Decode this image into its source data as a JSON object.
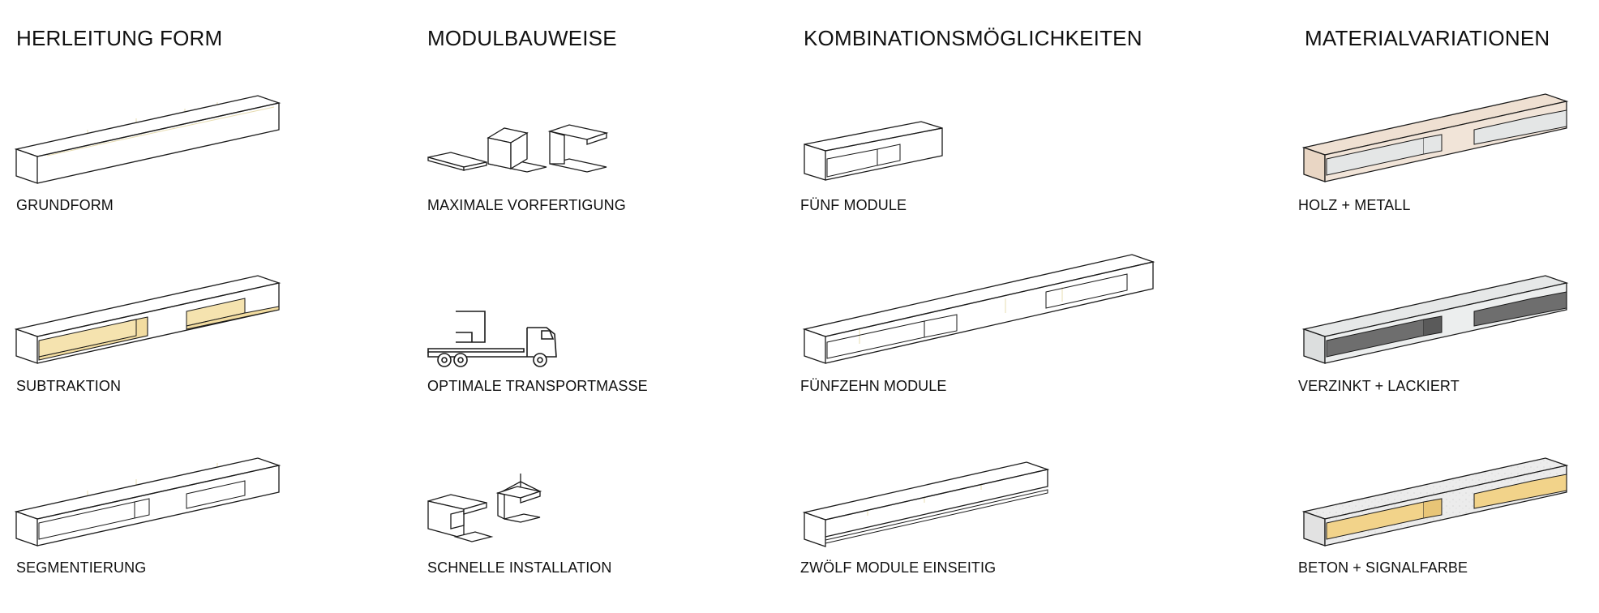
{
  "columns": [
    {
      "title": "HERLEITUNG FORM",
      "items": [
        {
          "label": "GRUNDFORM",
          "icon": "bench-basic-icon"
        },
        {
          "label": "SUBTRAKTION",
          "icon": "bench-subtraction-icon"
        },
        {
          "label": "SEGMENTIERUNG",
          "icon": "bench-segmentation-icon"
        }
      ]
    },
    {
      "title": "MODULBAUWEISE",
      "items": [
        {
          "label": "MAXIMALE VORFERTIGUNG",
          "icon": "prefab-modules-icon"
        },
        {
          "label": "OPTIMALE TRANSPORTMASSE",
          "icon": "truck-icon"
        },
        {
          "label": "SCHNELLE INSTALLATION",
          "icon": "crane-install-icon"
        }
      ]
    },
    {
      "title": "KOMBINATIONSMÖGLICHKEITEN",
      "items": [
        {
          "label": "FÜNF MODULE",
          "icon": "bench-five-modules-icon"
        },
        {
          "label": "FÜNFZEHN MODULE",
          "icon": "bench-fifteen-modules-icon"
        },
        {
          "label": "ZWÖLF MODULE EINSEITIG",
          "icon": "bench-twelve-modules-icon"
        }
      ]
    },
    {
      "title": "MATERIALVARIATIONEN",
      "items": [
        {
          "label": "HOLZ + METALL",
          "icon": "bench-wood-metal-icon"
        },
        {
          "label": "VERZINKT + LACKIERT",
          "icon": "bench-galvanized-icon"
        },
        {
          "label": "BETON + SIGNALFARBE",
          "icon": "bench-concrete-icon"
        }
      ]
    }
  ],
  "colors": {
    "line": "#1a1a1a",
    "faint_line": "#e7dcb0",
    "accent_yellow": "#f2dca0",
    "wood": "#efe0d2",
    "light_grey": "#e4e6e6",
    "dark_grey": "#6e6e6e",
    "concrete": "#ececec"
  }
}
